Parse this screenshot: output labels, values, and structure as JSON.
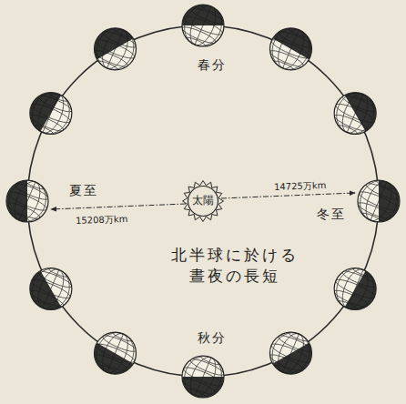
{
  "diagram": {
    "title": "北半球に於ける 晝夜の長短",
    "nodes": [
      {
        "text": [
          "太陽"
        ]
      }
    ],
    "labels": [
      "春分",
      "夏至",
      "冬至",
      "秋分",
      "15208万km",
      "14725万km"
    ]
  }
}
